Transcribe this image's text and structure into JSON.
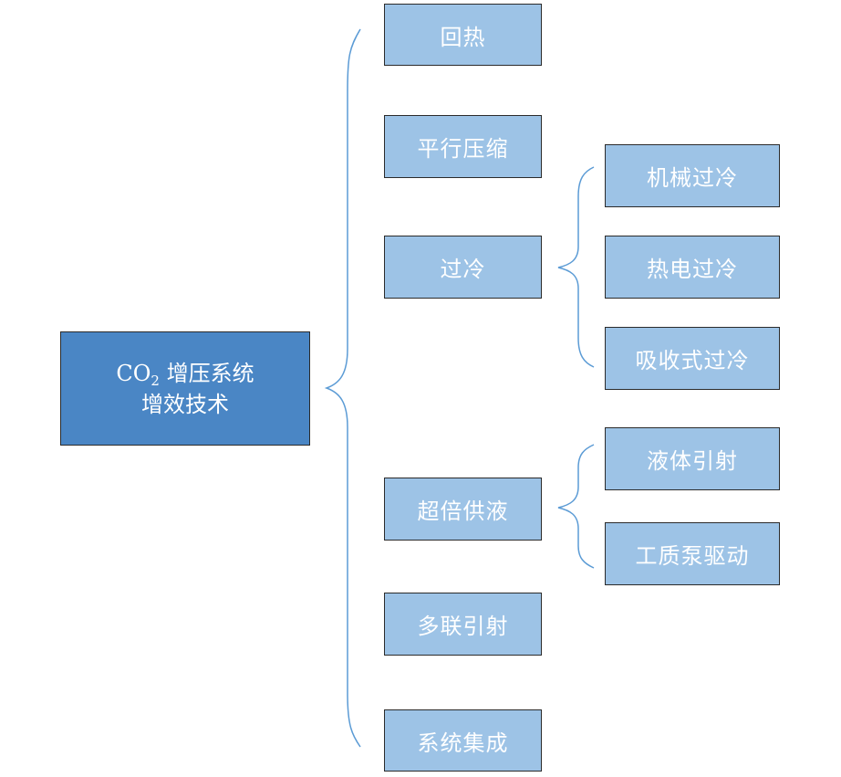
{
  "root": {
    "line1_prefix": "CO",
    "line1_sub": "2",
    "line1_rest": " 增压系统",
    "line2": "增效技术"
  },
  "branches": [
    {
      "label": "回热"
    },
    {
      "label": "平行压缩"
    },
    {
      "label": "过冷",
      "children": [
        "机械过冷",
        "热电过冷",
        "吸收式过冷"
      ]
    },
    {
      "label": "超倍供液",
      "children": [
        "液体引射",
        "工质泵驱动"
      ]
    },
    {
      "label": "多联引射"
    },
    {
      "label": "系统集成"
    }
  ],
  "colors": {
    "root_fill": "#4a86c5",
    "node_fill": "#9dc3e6",
    "brace": "#5b9bd5",
    "border": "#2b2b2b",
    "text": "#ffffff"
  }
}
